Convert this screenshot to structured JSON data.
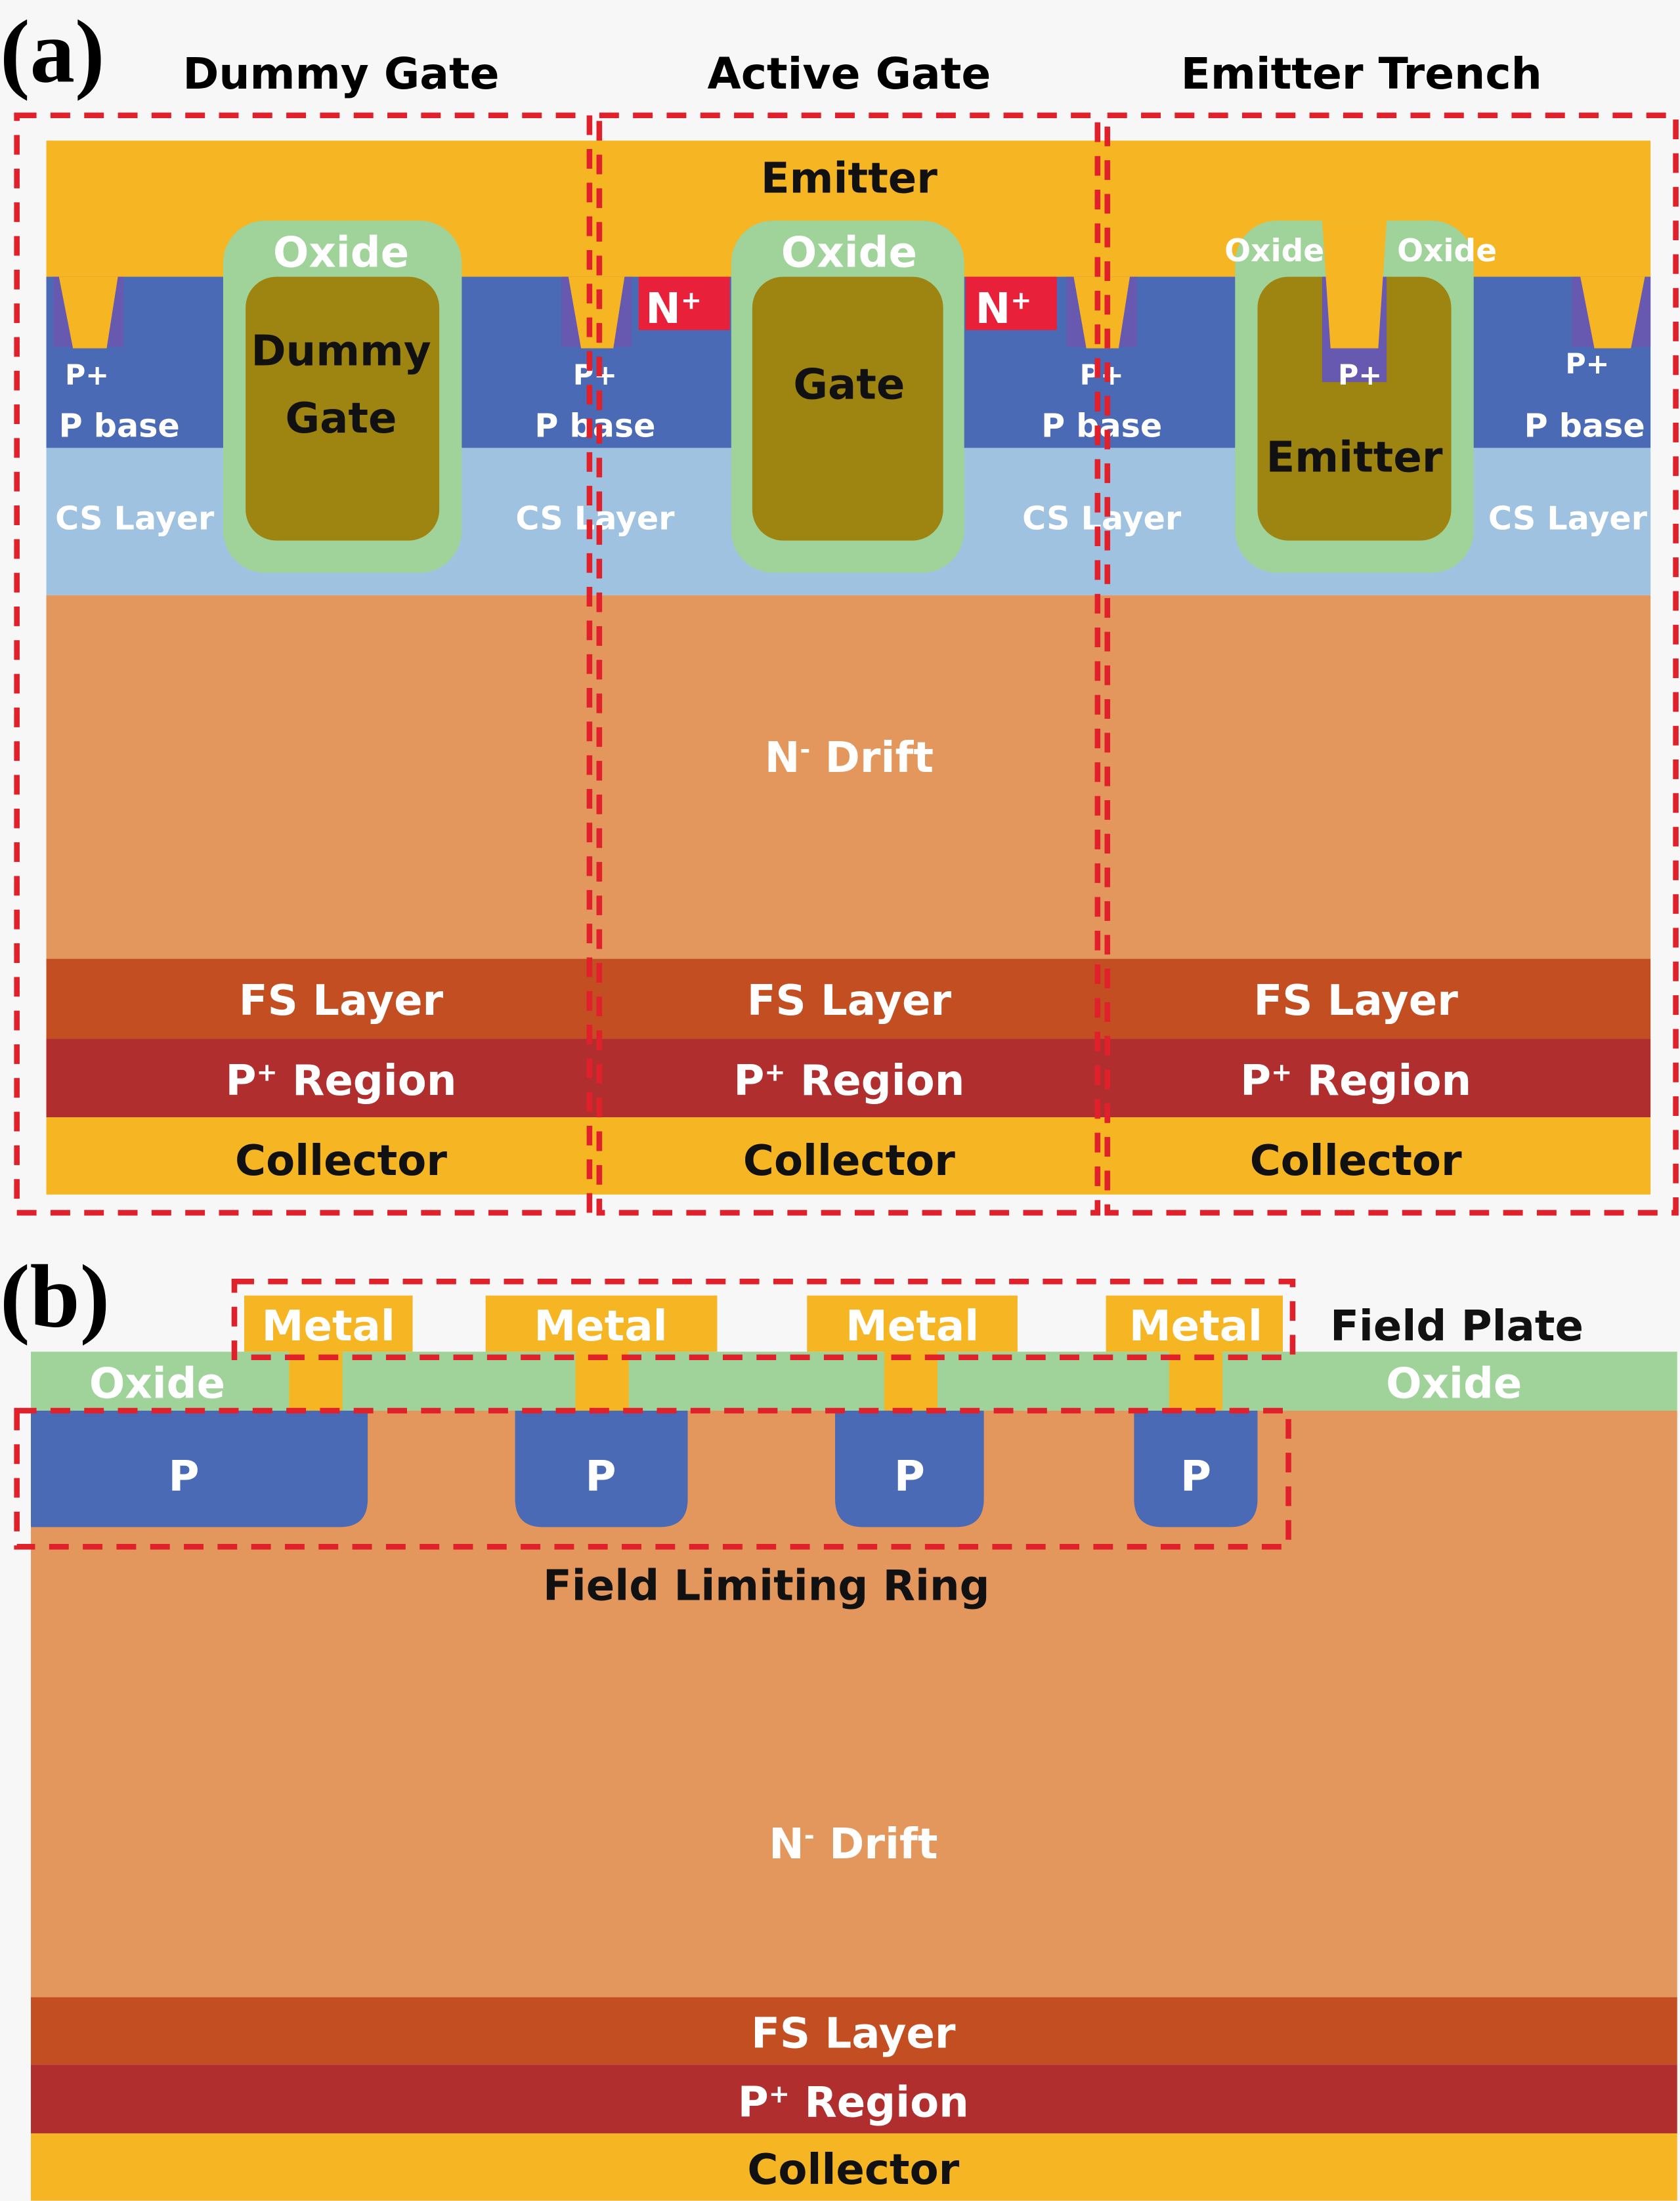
{
  "panel_a": {
    "label": "(a)",
    "sections": [
      "Dummy Gate",
      "Active Gate",
      "Emitter Trench"
    ],
    "emitter": "Emitter",
    "oxide": "Oxide",
    "dummy_gate": [
      "Dummy",
      "Gate"
    ],
    "gate": "Gate",
    "trench_emitter": "Emitter",
    "nplus": "N",
    "nplus_sup": "+",
    "pplus": "P+",
    "pbase": "P base",
    "cs": "CS Layer",
    "drift": "N",
    "drift_sup": "-",
    "drift_rest": " Drift",
    "fs": "FS Layer",
    "preg": "P",
    "preg_sup": "+",
    "preg_rest": " Region",
    "collector": "Collector"
  },
  "panel_b": {
    "label": "(b)",
    "metal": "Metal",
    "field_plate": "Field Plate",
    "oxide": "Oxide",
    "p": "P",
    "flr": "Field Limiting  Ring",
    "drift": "N",
    "drift_sup": "-",
    "drift_rest": " Drift",
    "fs": "FS Layer",
    "preg": "P",
    "preg_sup": "+",
    "preg_rest": " Region",
    "collector": "Collector"
  },
  "colors": {
    "emitter": "#f6b523",
    "pbase": "#4a6ab5",
    "pplus": "#6758b0",
    "cs": "#9fc2e1",
    "oxide": "#9fd39a",
    "poly": "#9e8410",
    "nplus": "#e8203a",
    "drift": "#e4975c",
    "fs": "#c24e22",
    "preg": "#b12e2f",
    "dash": "#e0202a"
  }
}
